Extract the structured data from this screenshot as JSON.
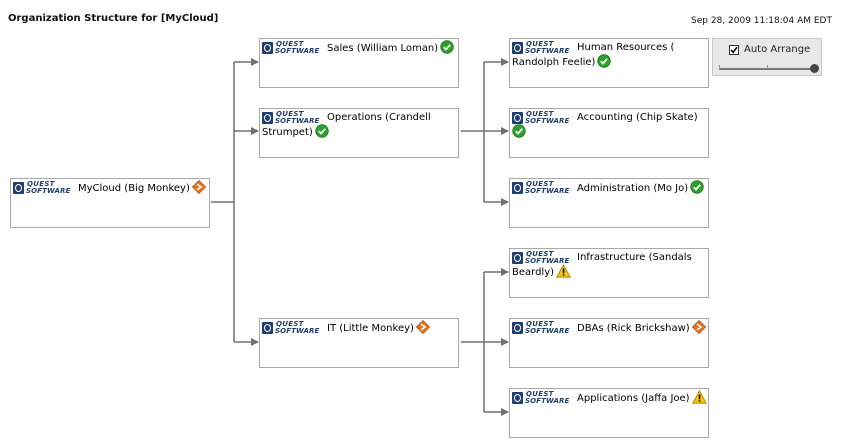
{
  "header": {
    "title": "Organization Structure for [MyCloud]",
    "timestamp": "Sep 28, 2009 11:18:04 AM EDT"
  },
  "logo": {
    "line1": "QUEST",
    "line2": "SOFTWARE"
  },
  "auto_arrange": {
    "label": "Auto Arrange",
    "checked": true
  },
  "colors": {
    "ok": "#2ea02e",
    "warning": "#f2c40c",
    "critical": "#e8731c",
    "connector": "#707070",
    "brand": "#1f3f6f"
  },
  "nodes": [
    {
      "id": "mycloud",
      "label": "MyCloud (Big Monkey)",
      "status": "critical-icon"
    },
    {
      "id": "sales",
      "label": "Sales (William Loman)",
      "status": "ok-icon"
    },
    {
      "id": "operations",
      "label": "Operations (Crandell Strumpet)",
      "status": "ok-icon"
    },
    {
      "id": "it",
      "label": "IT (Little Monkey)",
      "status": "critical-icon"
    },
    {
      "id": "hr",
      "label": "Human Resources ( Randolph Feelie)",
      "status": "ok-icon"
    },
    {
      "id": "accounting",
      "label": "Accounting (Chip Skate)",
      "status": "ok-icon"
    },
    {
      "id": "administration",
      "label": "Administration (Mo Jo)",
      "status": "ok-icon"
    },
    {
      "id": "infrastructure",
      "label": "Infrastructure (Sandals Beardly)",
      "status": "warning-icon"
    },
    {
      "id": "dbas",
      "label": "DBAs (Rick Brickshaw)",
      "status": "critical-icon"
    },
    {
      "id": "applications",
      "label": "Applications (Jaffa Joe)",
      "status": "warning-icon"
    }
  ]
}
